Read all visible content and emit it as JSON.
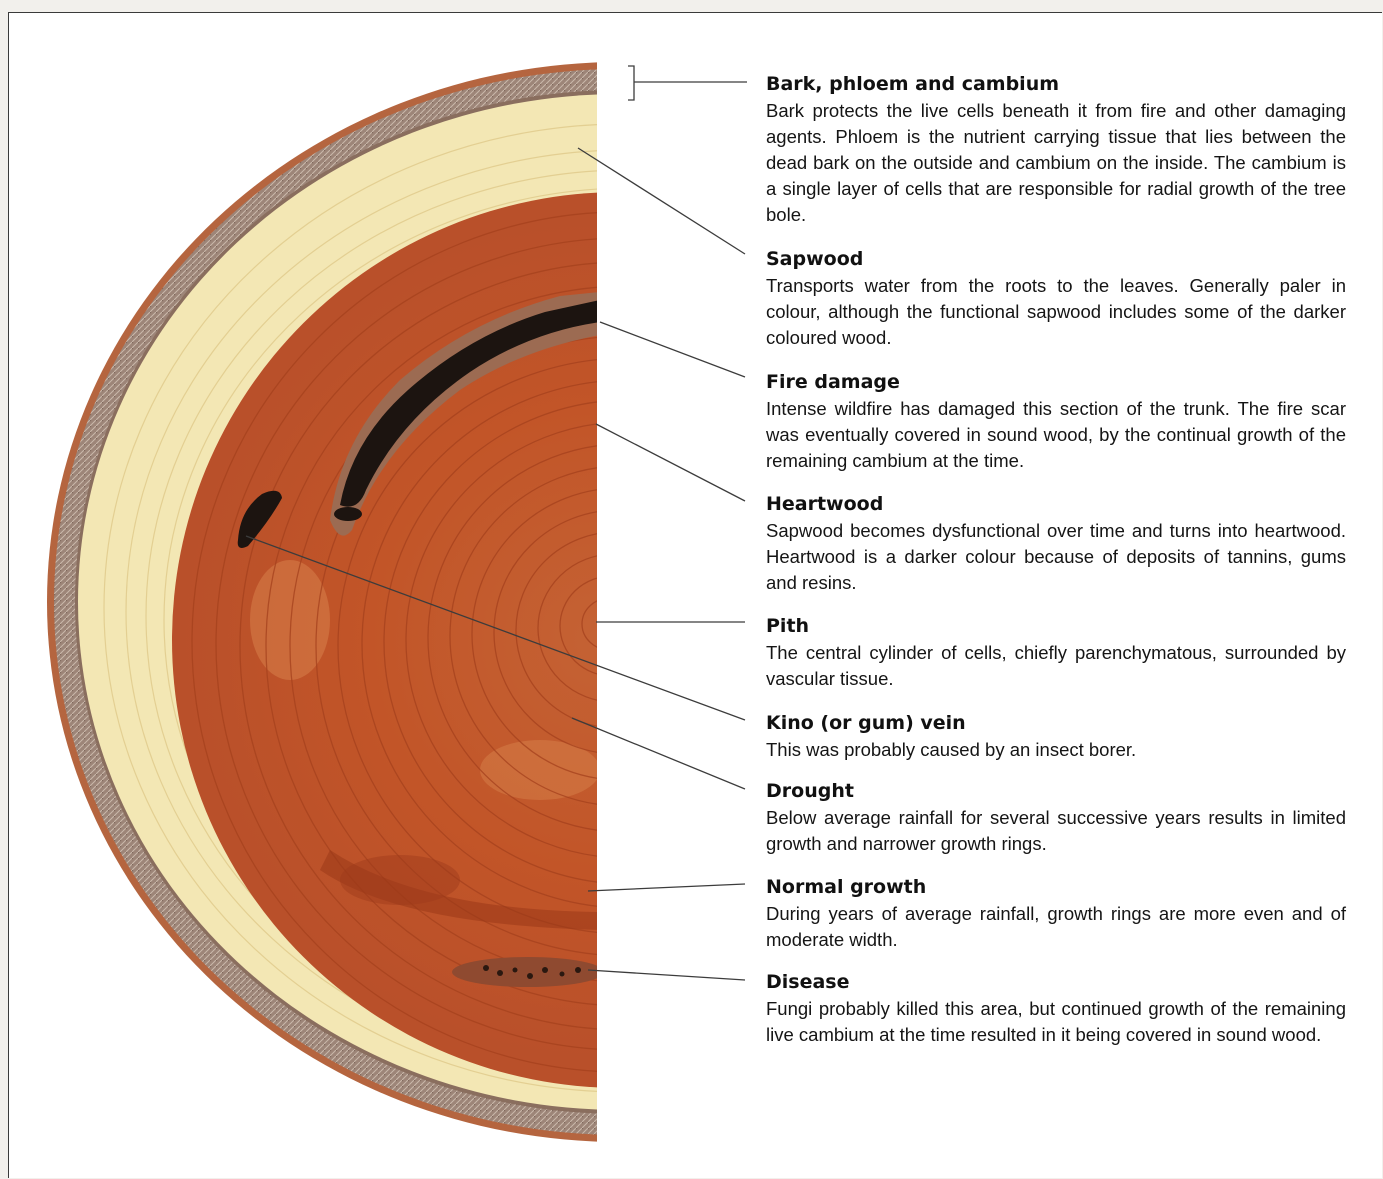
{
  "colors": {
    "bark": "#9d8578",
    "bark_edge": "#b5653f",
    "sapwood": "#f3e7b4",
    "heartwood": "#c2572a",
    "heartwood_dark": "#a8401f",
    "fire_scar": "#1c1410",
    "leader_line": "#3c3c3c"
  },
  "labels": [
    {
      "id": "bark",
      "title": "Bark, phloem and cambium",
      "text": "Bark protects the live cells beneath it from fire and other damaging agents. Phloem is the nutrient carrying tissue that lies between the dead bark on the outside and cambium on the inside. The cambium is a single layer of cells that are responsible for radial growth of the tree bole."
    },
    {
      "id": "sapwood",
      "title": "Sapwood",
      "text": "Transports water from the roots to the leaves. Generally paler in colour, although the functional sapwood includes some of the darker coloured wood."
    },
    {
      "id": "fire-damage",
      "title": "Fire damage",
      "text": "Intense wildfire has damaged this section of the trunk. The fire scar was eventually covered in sound wood, by the continual growth of the remaining cambium at the time."
    },
    {
      "id": "heartwood",
      "title": "Heartwood",
      "text": "Sapwood becomes dysfunctional over time and turns into heartwood. Heartwood is a darker colour because of deposits of tannins, gums and resins."
    },
    {
      "id": "pith",
      "title": "Pith",
      "text": "The central cylinder of cells, chiefly parenchymatous, surrounded by vascular tissue."
    },
    {
      "id": "kino-vein",
      "title": "Kino (or gum) vein",
      "text": "This was probably caused by an insect borer."
    },
    {
      "id": "drought",
      "title": "Drought",
      "text": "Below average rainfall for several successive years results in limited growth and narrower growth rings."
    },
    {
      "id": "normal-growth",
      "title": "Normal growth",
      "text": "During years of average rainfall, growth rings are more even and of moderate width."
    },
    {
      "id": "disease",
      "title": "Disease",
      "text": "Fungi probably killed this area, but continued growth of the remaining live cambium at the time resulted in it being covered in sound wood."
    }
  ]
}
